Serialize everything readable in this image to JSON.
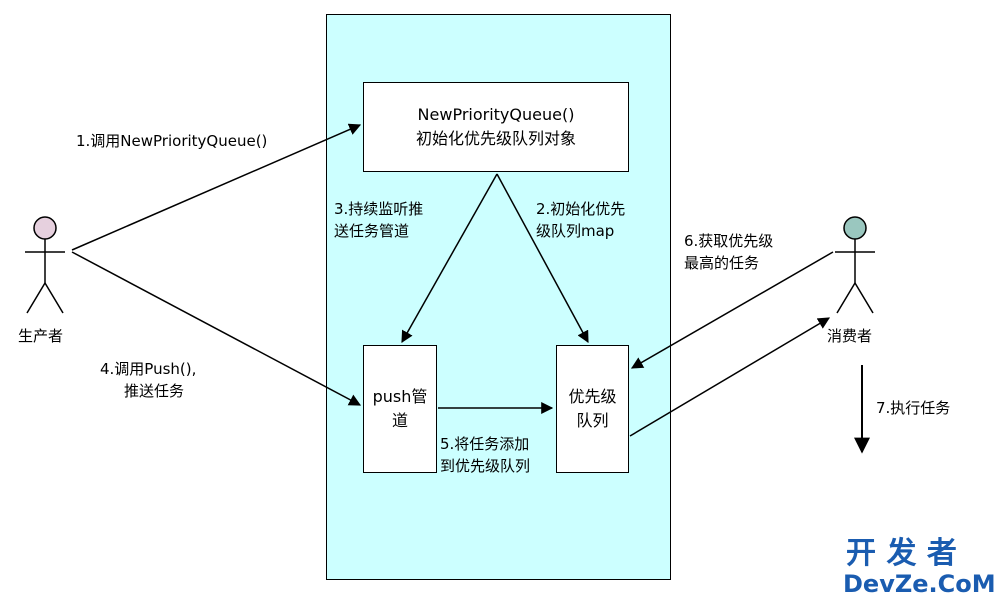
{
  "nodes": {
    "new_queue": {
      "line1": "NewPriorityQueue()",
      "line2": "初始化优先级队列对象"
    },
    "push_channel": {
      "line1": "push管",
      "line2": "道"
    },
    "priority_queue": {
      "line1": "优先级",
      "line2": "队列"
    }
  },
  "actors": {
    "producer": {
      "label": "生产者",
      "color": "#e6d0de"
    },
    "consumer": {
      "label": "消费者",
      "color": "#9ac7bf"
    }
  },
  "edges": {
    "step1": {
      "line1": "1.调用NewPriorityQueue()"
    },
    "step2": {
      "line1": "2.初始化优先",
      "line2": "级队列map"
    },
    "step3": {
      "line1": "3.持续监听推",
      "line2": "送任务管道"
    },
    "step4": {
      "line1": "4.调用Push(),",
      "line2": "推送任务"
    },
    "step5": {
      "line1": "5.将任务添加",
      "line2": "到优先级队列"
    },
    "step6": {
      "line1": "6.获取优先级",
      "line2": "最高的任务"
    },
    "step7": {
      "line1": "7.执行任务"
    }
  },
  "watermark": {
    "title": "开 发 者",
    "domain": "DevZe.CoM"
  },
  "colors": {
    "container_fill": "#ccffff",
    "watermark": "#1a5cb0"
  }
}
